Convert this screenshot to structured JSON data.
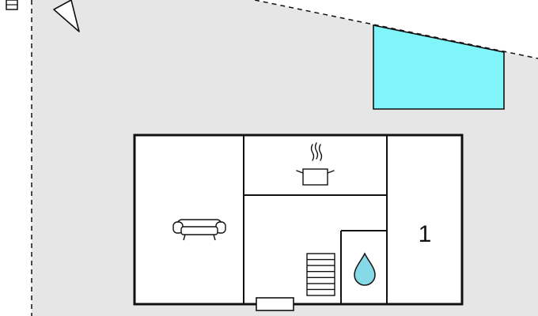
{
  "floorplan": {
    "rooms": [
      {
        "id": "living-room",
        "icon": "sofa-icon"
      },
      {
        "id": "kitchen",
        "icon": "cooking-pot-icon"
      },
      {
        "id": "bathroom",
        "icon": "water-drop-icon"
      },
      {
        "id": "bedroom",
        "label": "1"
      },
      {
        "id": "stair-area",
        "icon": "staircase-icon"
      }
    ],
    "site_features": [
      {
        "id": "pool",
        "icon": "pool-area"
      },
      {
        "id": "north-arrow",
        "icon": "compass-arrow-icon"
      },
      {
        "id": "entrance",
        "icon": "door-icon"
      }
    ],
    "colors": {
      "plot": "#e6e6e6",
      "pool": "#7ff5fa",
      "wall": "#111111",
      "water": "#86d9e6",
      "house_floor": "#ffffff"
    }
  }
}
